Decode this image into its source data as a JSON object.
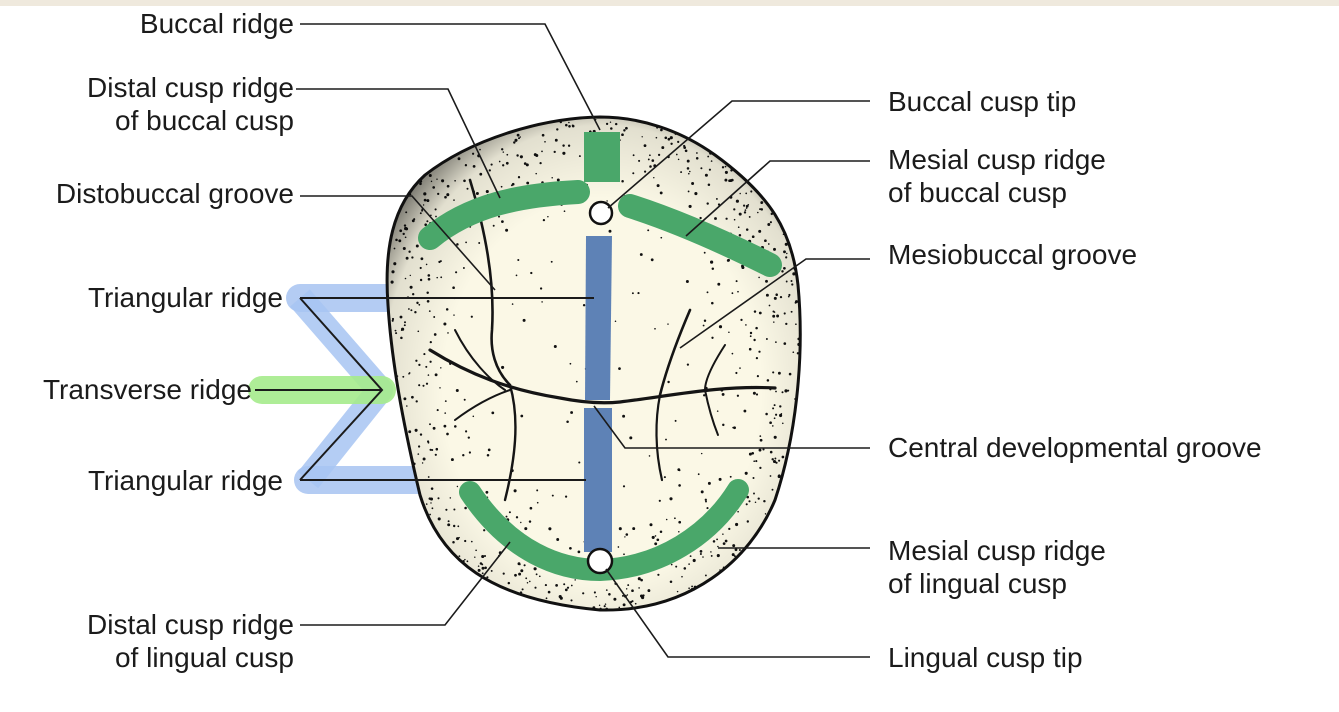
{
  "labels": {
    "buccal_ridge": "Buccal ridge",
    "distal_cusp_ridge_buccal": [
      "Distal cusp ridge",
      "of buccal cusp"
    ],
    "distobuccal_groove": "Distobuccal groove",
    "triangular_ridge_top": "Triangular ridge",
    "transverse_ridge": "Transverse ridge",
    "triangular_ridge_bottom": "Triangular ridge",
    "distal_cusp_ridge_lingual": [
      "Distal cusp ridge",
      "of lingual cusp"
    ],
    "buccal_cusp_tip": "Buccal cusp tip",
    "mesial_cusp_ridge_buccal": [
      "Mesial cusp ridge",
      "of buccal cusp"
    ],
    "mesiobuccal_groove": "Mesiobuccal groove",
    "central_developmental_groove": "Central developmental groove",
    "mesial_cusp_ridge_lingual": [
      "Mesial cusp ridge",
      "of lingual cusp"
    ],
    "lingual_cusp_tip": "Lingual cusp tip"
  },
  "colors": {
    "tooth_fill": "#fbf8e6",
    "outline": "#111111",
    "cusp_ridge_green": "#4aa76a",
    "transverse_green": "#a6ec8c",
    "triangular_blue": "#5e82b6",
    "highlight_blue": "#a7c4f2",
    "leader": "#1b1b1b"
  }
}
